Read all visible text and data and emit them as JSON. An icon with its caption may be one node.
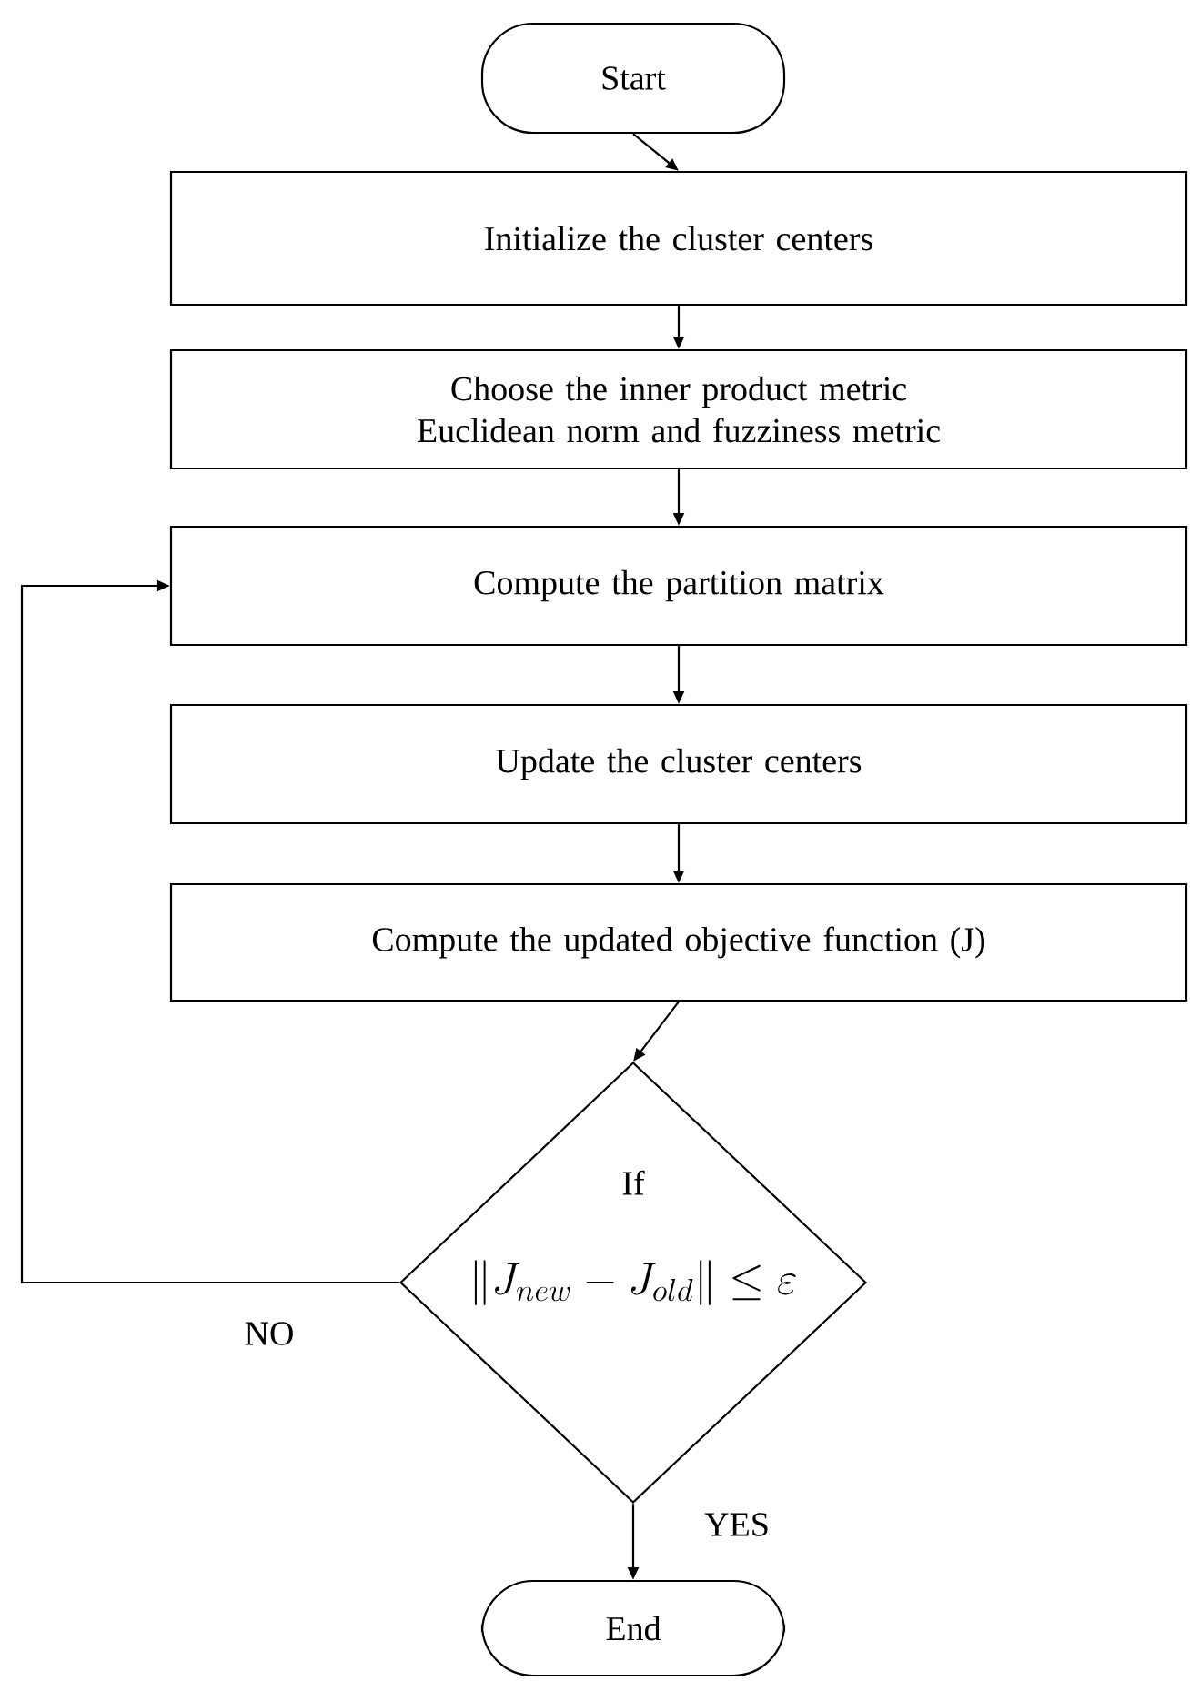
{
  "diagram": {
    "nodes": [
      {
        "text": [
          "Start"
        ]
      },
      {
        "text": [
          "Initialize the cluster centers"
        ]
      },
      {
        "text": [
          "Choose the inner product metric Euclidean norm and fuzziness metric"
        ]
      },
      {
        "text": [
          "Compute the partition matrix"
        ]
      },
      {
        "text": [
          "Update the cluster centers"
        ]
      },
      {
        "text": [
          "Compute the updated objective function (J)"
        ]
      },
      {
        "text": [
          "If",
          "\\left\\|J_{new}-J_{old}\\right\\|\\le\\varepsilon"
        ]
      },
      {
        "text": [
          "End"
        ]
      }
    ],
    "edges": [
      {
        "from": 0,
        "to": 1,
        "arrow": "to"
      },
      {
        "from": 1,
        "to": 2,
        "arrow": "to"
      },
      {
        "from": 2,
        "to": 3,
        "arrow": "to"
      },
      {
        "from": 3,
        "to": 4,
        "arrow": "to"
      },
      {
        "from": 4,
        "to": 5,
        "arrow": "to"
      },
      {
        "from": 5,
        "to": 6,
        "arrow": "to"
      },
      {
        "from": 6,
        "to": 7,
        "arrow": "to",
        "label": "YES"
      },
      {
        "from": 6,
        "to": 3,
        "arrow": "to",
        "label": "NO"
      }
    ]
  }
}
